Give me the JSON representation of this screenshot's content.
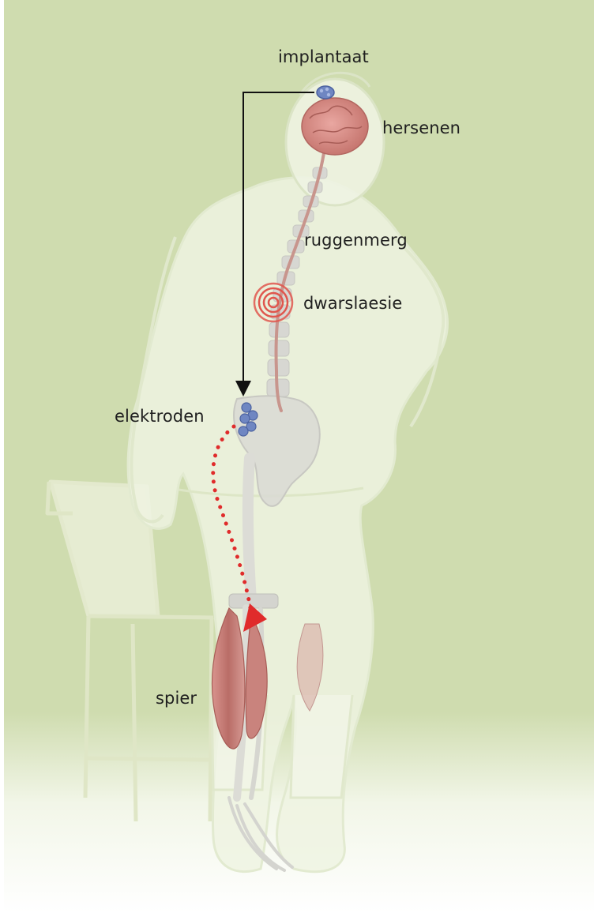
{
  "diagram": {
    "labels": {
      "implant": "implantaat",
      "brain": "hersenen",
      "spinal_cord": "ruggenmerg",
      "spinal_injury": "dwarslaesie",
      "electrodes": "elektroden",
      "muscle": "spier"
    },
    "colors": {
      "background": "#cfdcaf",
      "floor": "#ffffff",
      "body_outline": "#e9f0d8",
      "bone": "#dcdcdc",
      "brain": "#d98d88",
      "muscle": "#c98580",
      "spinal_cord": "#c8958d",
      "implant": "#6f86c2",
      "injury_rings": "#e0564e",
      "signal_arrow": "#111111",
      "stimulation_path": "#e02b2b"
    },
    "icons": [
      "implant-chip-icon",
      "electrode-cluster-icon"
    ]
  }
}
